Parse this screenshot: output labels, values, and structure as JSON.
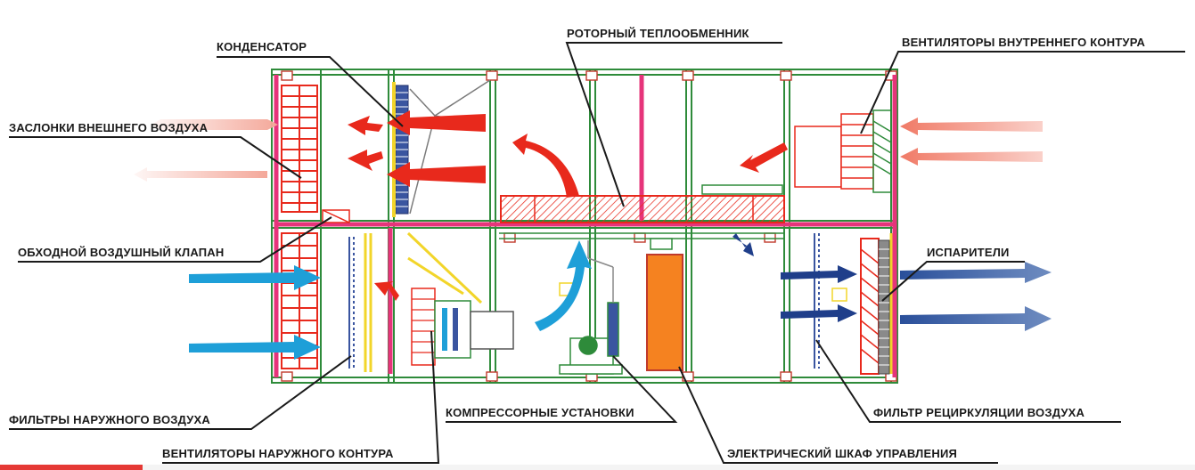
{
  "labels": {
    "condenser": "КОНДЕНСАТОР",
    "rotary_exchanger": "РОТОРНЫЙ ТЕПЛООБМЕННИК",
    "inner_fans": "ВЕНТИЛЯТОРЫ ВНУТРЕННЕГО КОНТУРА",
    "outside_dampers": "ЗАСЛОНКИ ВНЕШНЕГО ВОЗДУХА",
    "bypass_valve": "ОБХОДНОЙ ВОЗДУШНЫЙ КЛАПАН",
    "evaporators": "ИСПАРИТЕЛИ",
    "outside_filters": "ФИЛЬТРЫ НАРУЖНОГО ВОЗДУХА",
    "compressors": "КОМПРЕССОРНЫЕ УСТАНОВКИ",
    "recirc_filter": "ФИЛЬТР РЕЦИРКУЛЯЦИИ ВОЗДУХА",
    "outer_fans": "ВЕНТИЛЯТОРЫ НАРУЖНОГО КОНТУРА",
    "control_cabinet": "ЭЛЕКТРИЧЕСКИЙ ШКАФ УПРАВЛЕНИЯ"
  },
  "colors": {
    "frame_green": "#2e8b3a",
    "pink": "#e6347a",
    "hot_arrow": "#e8291c",
    "cold_arrow": "#1e9fd8",
    "dark_blue_arrow": "#1f3e8a",
    "orange_cabinet": "#f58220",
    "yellow_pipe": "#f2d52a"
  },
  "icons": [
    "damper-icon",
    "fan-icon",
    "coil-icon",
    "compressor-icon",
    "filter-icon"
  ]
}
